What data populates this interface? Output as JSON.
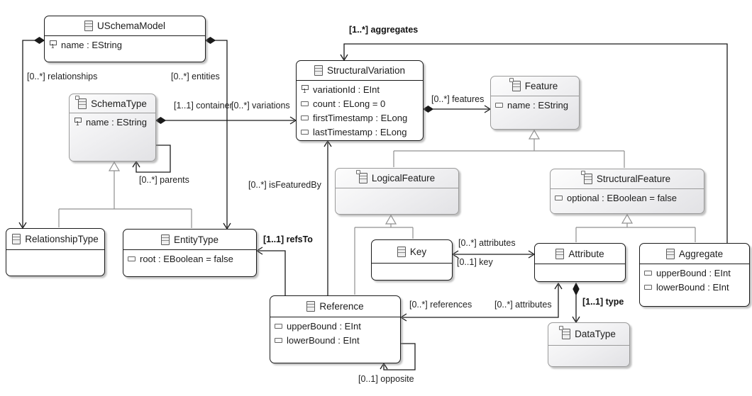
{
  "diagram": {
    "classes": [
      {
        "name": "USchemaModel",
        "icon": "class-icon",
        "attributes": [
          {
            "icon": "id-attribute-icon",
            "text": "name : EString"
          }
        ]
      },
      {
        "name": "SchemaType",
        "icon": "abstract-class-icon",
        "attributes": [
          {
            "icon": "id-attribute-icon",
            "text": "name : EString"
          }
        ]
      },
      {
        "name": "StructuralVariation",
        "icon": "class-icon",
        "attributes": [
          {
            "icon": "id-attribute-icon",
            "text": "variationId : EInt"
          },
          {
            "icon": "attribute-icon",
            "text": "count : ELong = 0"
          },
          {
            "icon": "attribute-icon",
            "text": "firstTimestamp : ELong"
          },
          {
            "icon": "attribute-icon",
            "text": "lastTimestamp : ELong"
          }
        ]
      },
      {
        "name": "Feature",
        "icon": "abstract-class-icon",
        "attributes": [
          {
            "icon": "attribute-icon",
            "text": "name : EString"
          }
        ]
      },
      {
        "name": "LogicalFeature",
        "icon": "abstract-class-icon",
        "attributes": []
      },
      {
        "name": "StructuralFeature",
        "icon": "abstract-class-icon",
        "attributes": [
          {
            "icon": "attribute-icon",
            "text": "optional : EBoolean = false"
          }
        ]
      },
      {
        "name": "RelationshipType",
        "icon": "class-icon",
        "attributes": []
      },
      {
        "name": "EntityType",
        "icon": "class-icon",
        "attributes": [
          {
            "icon": "attribute-icon",
            "text": "root : EBoolean = false"
          }
        ]
      },
      {
        "name": "Key",
        "icon": "class-icon",
        "attributes": []
      },
      {
        "name": "Attribute",
        "icon": "class-icon",
        "attributes": []
      },
      {
        "name": "Aggregate",
        "icon": "class-icon",
        "attributes": [
          {
            "icon": "attribute-icon",
            "text": "upperBound : EInt"
          },
          {
            "icon": "attribute-icon",
            "text": "lowerBound : EInt"
          }
        ]
      },
      {
        "name": "Reference",
        "icon": "class-icon",
        "attributes": [
          {
            "icon": "attribute-icon",
            "text": "upperBound : EInt"
          },
          {
            "icon": "attribute-icon",
            "text": "lowerBound : EInt"
          }
        ]
      },
      {
        "name": "DataType",
        "icon": "abstract-class-icon",
        "attributes": []
      }
    ],
    "edge_labels": {
      "relationships": "[0..*] relationships",
      "entities": "[0..*] entities",
      "container": "[1..1] container",
      "variations": "[0..*] variations",
      "parents": "[0..*] parents",
      "features": "[0..*] features",
      "aggregates": "[1..*] aggregates",
      "is_featured_by": "[0..*] isFeaturedBy",
      "refs_to": "[1..1] refsTo",
      "key_attributes": "[0..*] attributes",
      "key": "[0..1] key",
      "references": "[0..*] references",
      "ref_attributes": "[0..*] attributes",
      "type": "[1..1] type",
      "opposite": "[0..1] opposite"
    },
    "colors": {
      "edge": "#1a1a1a",
      "generalization": "#909090",
      "concrete_fill": "#ffffff",
      "abstract_fill": "#ececee"
    }
  }
}
